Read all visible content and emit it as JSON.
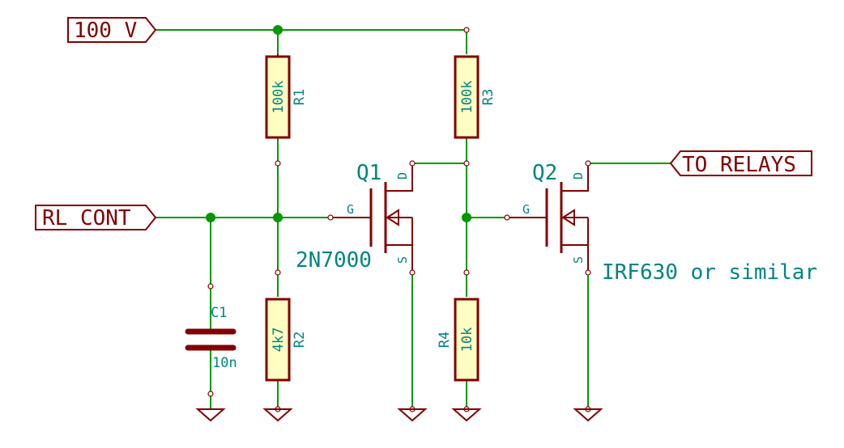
{
  "ports": {
    "vin": "100 V",
    "control": "RL CONT",
    "output": "TO RELAYS"
  },
  "components": {
    "r1": {
      "ref": "R1",
      "value": "100k"
    },
    "r2": {
      "ref": "R2",
      "value": "4k7"
    },
    "r3": {
      "ref": "R3",
      "value": "100k"
    },
    "r4": {
      "ref": "R4",
      "value": "10k"
    },
    "c1": {
      "ref": "C1",
      "value": "10n"
    },
    "q1": {
      "ref": "Q1",
      "part": "2N7000",
      "gate": "G",
      "drain": "D",
      "source": "S"
    },
    "q2": {
      "ref": "Q2",
      "part": "IRF630 or similar",
      "gate": "G",
      "drain": "D",
      "source": "S"
    }
  },
  "colors": {
    "wire": "#009900",
    "component": "#840000",
    "label": "#008484",
    "port": "#840000",
    "junction": "#009900"
  }
}
